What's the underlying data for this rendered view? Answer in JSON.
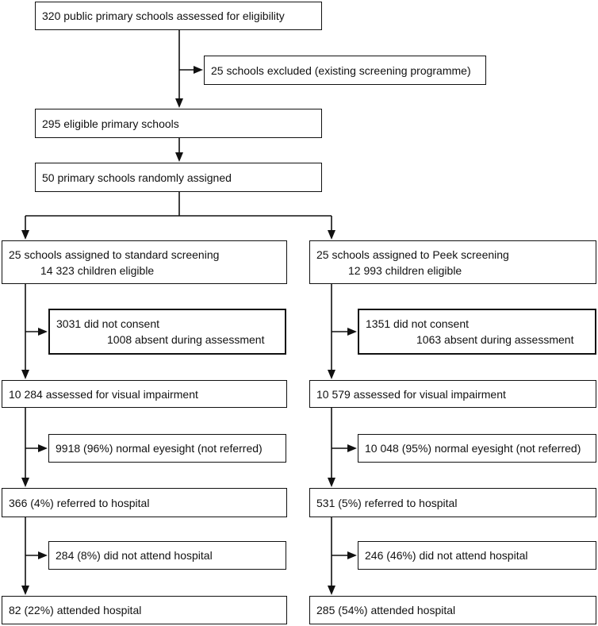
{
  "top": {
    "assessed": "320 public primary schools assessed for eligibility",
    "excluded": "25 schools excluded (existing screening programme)",
    "eligible": "295 eligible primary schools",
    "randomised": "50 primary schools randomly assigned"
  },
  "left": {
    "assigned_line1": "25 schools assigned to standard screening",
    "assigned_line2": "14 323 children eligible",
    "excl_line1": "3031 did not consent",
    "excl_line2": "1008 absent during assessment",
    "assessed": "10 284 assessed for visual impairment",
    "normal": "9918 (96%) normal eyesight (not referred)",
    "referred": "366 (4%) referred to hospital",
    "not_attend": "284 (8%) did not attend hospital",
    "attended": "82 (22%) attended hospital"
  },
  "right": {
    "assigned_line1": "25 schools assigned to Peek screening",
    "assigned_line2": "12 993 children eligible",
    "excl_line1": "1351 did not consent",
    "excl_line2": "1063 absent during assessment",
    "assessed": "10 579 assessed for visual impairment",
    "normal": "10 048 (95%) normal eyesight (not referred)",
    "referred": "531 (5%) referred to hospital",
    "not_attend": "246 (46%) did not attend hospital",
    "attended": "285 (54%) attended hospital"
  }
}
